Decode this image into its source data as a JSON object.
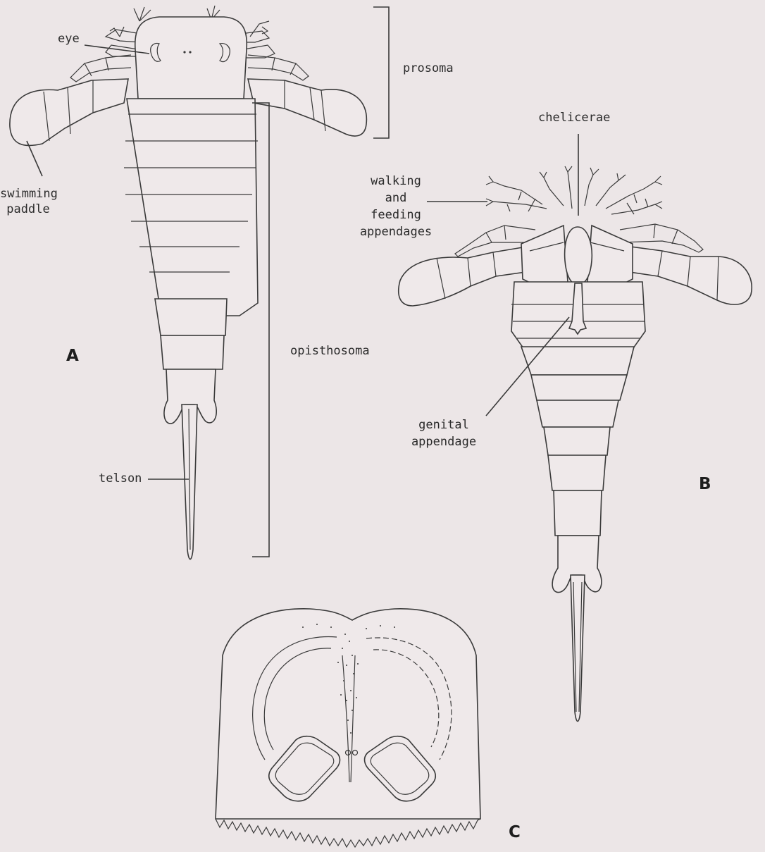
{
  "figure": {
    "panels": {
      "a": "A",
      "b": "B",
      "c": "C"
    },
    "labels": {
      "eye": "eye",
      "prosoma": "prosoma",
      "swimming_paddle_1": "swimming",
      "swimming_paddle_2": "paddle",
      "opisthosoma": "opisthosoma",
      "telson": "telson",
      "chelicerae": "chelicerae",
      "walking_1": "walking",
      "walking_2": "and",
      "walking_3": "feeding",
      "walking_4": "appendages",
      "genital_1": "genital",
      "genital_2": "appendage"
    },
    "colors": {
      "background": "#ece6e7",
      "ink": "#3a3a3a"
    }
  }
}
